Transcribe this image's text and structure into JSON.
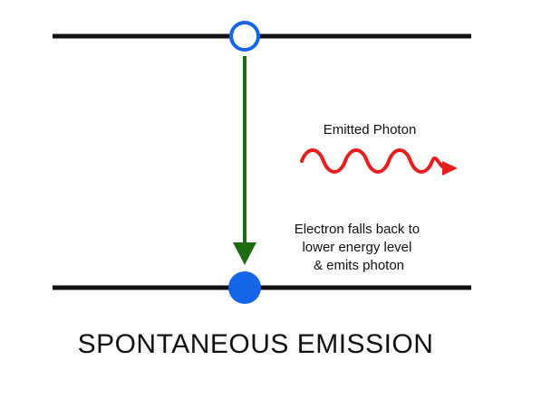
{
  "diagram": {
    "photon_label": "Emitted Photon",
    "transition_label_lines": [
      "Electron falls back to",
      "lower energy level",
      "& emits photon"
    ],
    "title": "SPONTANEOUS EMISSION",
    "colors": {
      "energy_level": "#111111",
      "electron": "#1565e8",
      "transition_arrow": "#1f6b12",
      "photon_wave": "#e81e1e",
      "text": "#111111"
    }
  }
}
